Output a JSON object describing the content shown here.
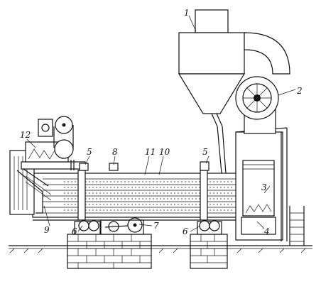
{
  "callouts": [
    {
      "id": "c1",
      "text": "1"
    },
    {
      "id": "c2",
      "text": "2"
    },
    {
      "id": "c3",
      "text": "3"
    },
    {
      "id": "c4",
      "text": "4"
    },
    {
      "id": "c5a",
      "text": "5"
    },
    {
      "id": "c5b",
      "text": "5"
    },
    {
      "id": "c6a",
      "text": "6"
    },
    {
      "id": "c6b",
      "text": "6"
    },
    {
      "id": "c7",
      "text": "7"
    },
    {
      "id": "c8",
      "text": "8"
    },
    {
      "id": "c9",
      "text": "9"
    },
    {
      "id": "c10",
      "text": "10"
    },
    {
      "id": "c11",
      "text": "11"
    },
    {
      "id": "c12",
      "text": "12"
    }
  ],
  "colors": {
    "ink": "#111111",
    "paper": "#ffffff"
  }
}
